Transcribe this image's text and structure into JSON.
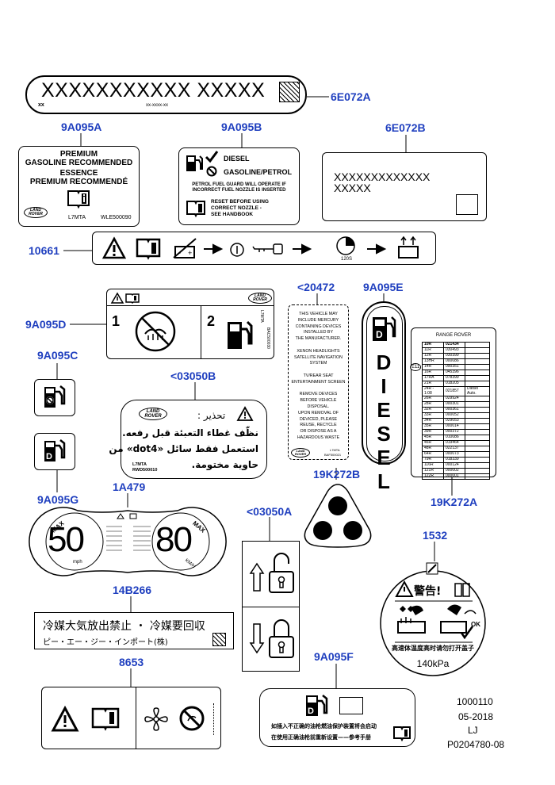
{
  "callouts": {
    "c6E072A": "6E072A",
    "c9A095A": "9A095A",
    "c9A095B": "9A095B",
    "c6E072B": "6E072B",
    "c10661": "10661",
    "c9A095D": "9A095D",
    "c20472": "<20472",
    "c9A095E": "9A095E",
    "c9A095C": "9A095C",
    "c03050B": "<03050B",
    "c9A095G": "9A095G",
    "c1A479": "1A479",
    "c19K272B": "19K272B",
    "c19K272A": "19K272A",
    "c03050A": "<03050A",
    "c1532": "1532",
    "c14B266": "14B266",
    "c8653": "8653",
    "c9A095F": "9A095F"
  },
  "label_6E072A": {
    "main": "XXXXXXXXXXX XXXXX",
    "left": "xx",
    "mid": "xx-xxxx-xx"
  },
  "label_9A095A": {
    "l1": "PREMIUM",
    "l2": "GASOLINE RECOMMENDED",
    "l3": "ESSENCE",
    "l4": "PREMIUM RECOMMENDÉ",
    "code": "L7MTA",
    "part": "WLE500090"
  },
  "label_9A095B": {
    "diesel": "DIESEL",
    "petrol": "GASOLINE/PETROL",
    "warn1": "PETROL FUEL GUARD WILL OPERATE IF",
    "warn2": "INCORRECT FUEL NOZZLE IS INSERTED",
    "reset1": "RESET BEFORE USING",
    "reset2": "CORRECT NOZZLE -",
    "reset3": "SEE HANDBOOK"
  },
  "label_6E072B": {
    "l1": "XXXXXXXXXXXXX",
    "l2": "XXXXX"
  },
  "label_10661": {
    "time": "120S"
  },
  "label_9A095D": {
    "n1": "1",
    "n2": "2",
    "code": "L7MTA",
    "part": "BAC500030"
  },
  "label_20472": {
    "lines": [
      "THIS VEHICLE MAY",
      "INCLUDE MERCURY",
      "CONTAINING DEVICES",
      "INSTALLED BY",
      "THE MANUFACTURER.",
      "",
      "XENON HEADLIGHTS",
      "SATELLITE NAVIGATION",
      "SYSTEM",
      "",
      "TV/REAR SEAT",
      "ENTERTAINMENT SCREEN",
      "",
      "REMOVE DEVICES",
      "BEFORE VEHICLE",
      "DISPOSAL.",
      "UPON REMOVAL OF",
      "DEVICED, PLEASE",
      "REUSE, RECYCLE",
      "OR DISPOSE AS A",
      "HAZARDOUS WASTE"
    ],
    "code": "L7MTA",
    "part": "BAF500021"
  },
  "label_9A095E": {
    "letters": [
      "D",
      "I",
      "E",
      "S",
      "E",
      "L"
    ]
  },
  "label_19K272A": {
    "title": "RANGE ROVER",
    "e_mark": "E11",
    "rows": [
      [
        "10R",
        "021434",
        ""
      ],
      [
        "11R",
        "030493",
        ""
      ],
      [
        "12R",
        "030399",
        ""
      ],
      [
        "13HR",
        "000086",
        ""
      ],
      [
        "14R",
        "090351",
        ""
      ],
      [
        "16R",
        "045396",
        ""
      ],
      [
        "17RA",
        "078399",
        ""
      ],
      [
        "21R",
        "018205",
        ""
      ],
      [
        "24R - 1:08",
        "021857",
        "Diesel Auto."
      ],
      [
        "26R",
        "029924",
        ""
      ],
      [
        "28R",
        "000301",
        ""
      ],
      [
        "32R",
        "000361",
        ""
      ],
      [
        "33R",
        "000052",
        ""
      ],
      [
        "34R",
        "029053",
        ""
      ],
      [
        "35R",
        "000014",
        ""
      ],
      [
        "39R",
        "000372",
        ""
      ],
      [
        "45R",
        "010086",
        ""
      ],
      [
        "46R",
        "019464",
        ""
      ],
      [
        "48R",
        "022137",
        ""
      ],
      [
        "64R",
        "000073",
        ""
      ],
      [
        "79R",
        "018339",
        ""
      ],
      [
        "116R",
        "000124",
        ""
      ],
      [
        "121R",
        "000002",
        ""
      ],
      [
        "122R",
        "000001",
        ""
      ]
    ]
  },
  "label_03050B": {
    "title": "تحذير :",
    "l1": "نظّف غطاء التعبئة قبل رفعه.",
    "l2": "استعمل فقط سائل «dot4» من",
    "l3": "حاوية مختومة.",
    "code": "L7MTA",
    "part": "RWD500010"
  },
  "label_1A479": {
    "max_left": "MAX",
    "speed_left": "50",
    "unit_left": "mph",
    "max_right": "MAX",
    "speed_right": "80",
    "unit_right": "KM/H"
  },
  "label_1532": {
    "warning": "警告!",
    "chinese": "高速体温度高时请勿打开盖子",
    "pressure": "140kPa"
  },
  "label_14B266": {
    "l1": "冷媒大気放出禁止 ・ 冷媒要回収",
    "l2": "ピー・エー・ジー・インポート(株)"
  },
  "label_9A095F": {
    "l1": "如插入不正确的油枪燃油保护装置将会启动",
    "l2": "在使用正确油枪前重新设置——参考手册"
  },
  "footer": {
    "l1": "1000110",
    "l2": "05-2018",
    "l3": "LJ",
    "l4": "P0204780-08"
  },
  "logo_text": {
    "l1": "LAND",
    "l2": "ROVER"
  }
}
